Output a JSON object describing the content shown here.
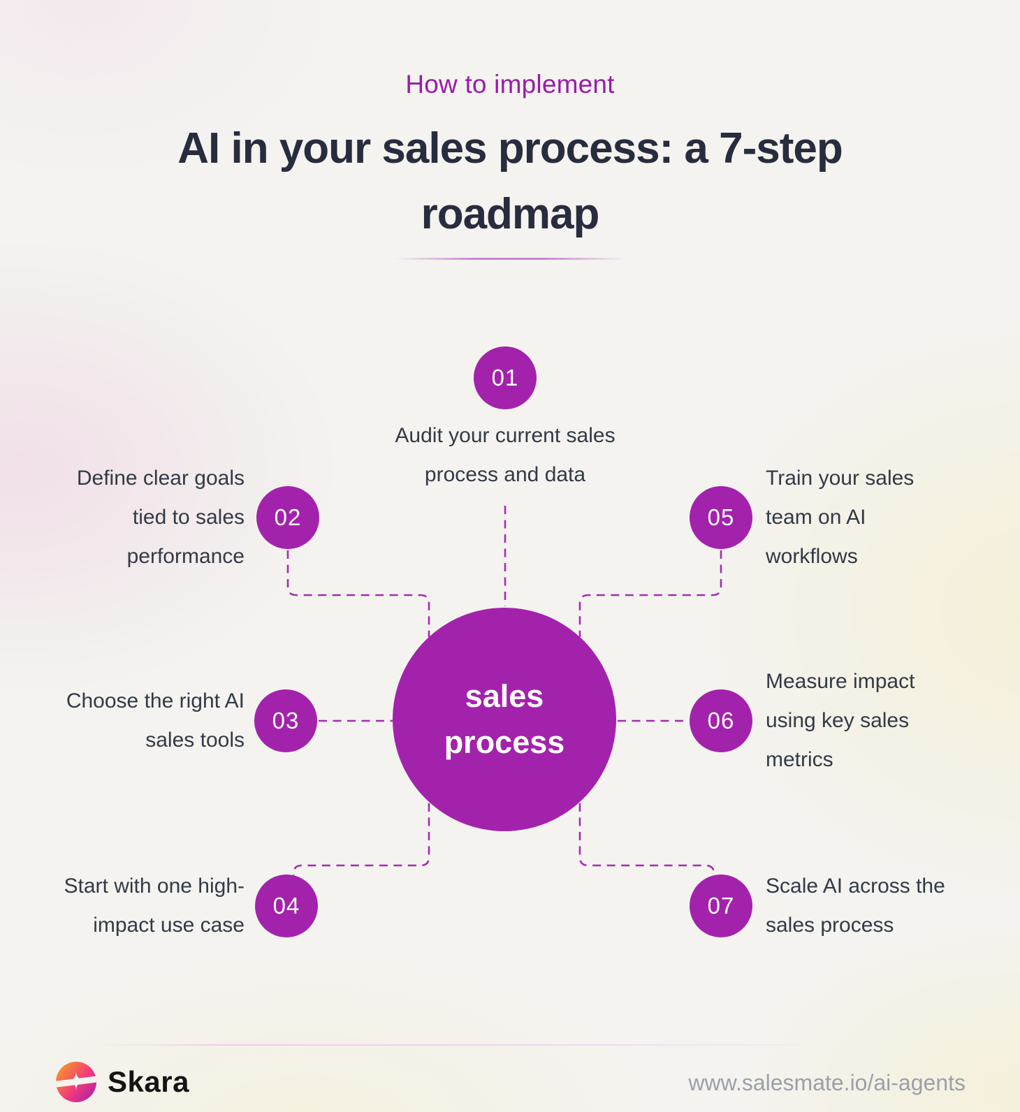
{
  "header": {
    "eyebrow": "How to implement",
    "title_lines": [
      "AI in your sales process: a 7-step",
      "roadmap"
    ]
  },
  "hub": {
    "label_lines": [
      "sales",
      "process"
    ]
  },
  "steps": [
    {
      "number": "01",
      "label_lines": [
        "Audit your current sales",
        "process and data"
      ]
    },
    {
      "number": "02",
      "label_lines": [
        "Define clear goals",
        "tied to sales",
        "performance"
      ]
    },
    {
      "number": "03",
      "label_lines": [
        "Choose the right AI",
        "sales tools"
      ]
    },
    {
      "number": "04",
      "label_lines": [
        "Start with one high-",
        "impact use case"
      ]
    },
    {
      "number": "05",
      "label_lines": [
        "Train your sales",
        "team on AI",
        "workflows"
      ]
    },
    {
      "number": "06",
      "label_lines": [
        "Measure impact",
        "using key sales",
        "metrics"
      ]
    },
    {
      "number": "07",
      "label_lines": [
        "Scale AI across the",
        "sales process"
      ]
    }
  ],
  "footer": {
    "brand": "Skara",
    "logo_star": "✦",
    "url": "www.salesmate.io/ai-agents"
  },
  "colors": {
    "accent_purple": "#A322AC",
    "connector_purple": "#A52CB2",
    "eyebrow_purple": "#9A1CA8",
    "title_navy": "#272C3E",
    "label_text": "#323A46",
    "url_gray": "#9BA0A8",
    "logo_gradient": [
      "#F8A01E",
      "#F23A7C",
      "#A21CAC"
    ]
  }
}
